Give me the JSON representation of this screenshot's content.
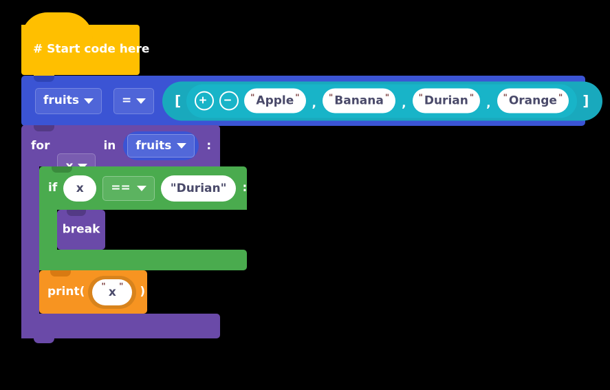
{
  "workspace": {
    "background": "#000000",
    "language": "python-blocks"
  },
  "palette": {
    "start_block": "#FFBF00",
    "variable_block": "#3B54D4",
    "list_block": "#18B4C8",
    "loop_block": "#6A4AA8",
    "logic_block": "#4AAB4E",
    "text_block": "#F79421",
    "field_text": "#4A4A6A",
    "quote_mark": "#7A3B3B"
  },
  "blocks": {
    "start": {
      "comment": "# Start code here"
    },
    "assign": {
      "variable": "fruits",
      "operator": "=",
      "open_bracket": "[",
      "close_bracket": "]",
      "add_icon": "plus-circle-icon",
      "remove_icon": "minus-circle-icon",
      "separator": ",",
      "quote": "\"",
      "items": [
        "Apple",
        "Banana",
        "Durian",
        "Orange"
      ]
    },
    "for_loop": {
      "keyword": "for",
      "loop_variable": "x",
      "in_keyword": "in",
      "iterable": "fruits",
      "colon": ":"
    },
    "if_statement": {
      "keyword": "if",
      "left_operand": "x",
      "operator": "==",
      "right_operand": "\"Durian\"",
      "colon": ":"
    },
    "break_statement": {
      "keyword": "break"
    },
    "print_statement": {
      "open": "print(",
      "close": ")",
      "value": "x",
      "quote": "\""
    }
  }
}
